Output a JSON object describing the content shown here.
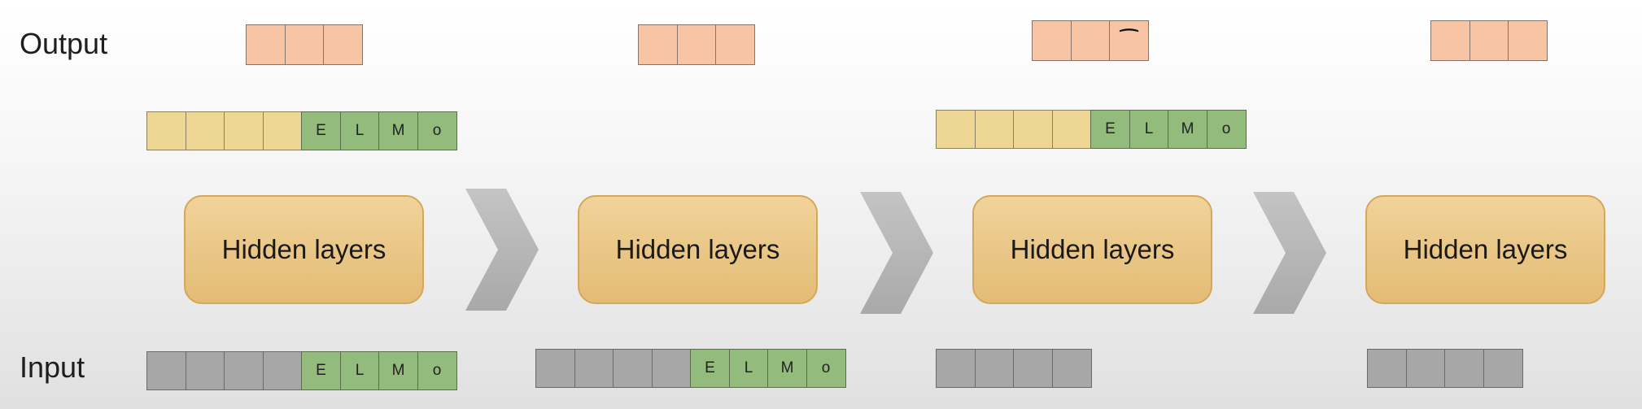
{
  "labels": {
    "output": "Output",
    "input": "Input"
  },
  "hidden_layer_label": "Hidden layers",
  "elmo_letters": [
    "E",
    "L",
    "M",
    "o"
  ],
  "output_mark": "⁀",
  "colors": {
    "output": "#f7c4a6",
    "context": "#eed695",
    "elmo": "#93bb7c",
    "input": "#a7a7a7",
    "hidden": "#ebc482",
    "chevron": "#b0b0b0"
  }
}
